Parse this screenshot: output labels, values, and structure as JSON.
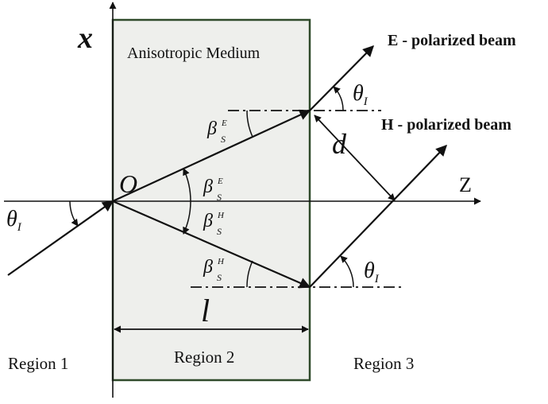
{
  "medium_label": "Anisotropic Medium",
  "axes": {
    "x": "x",
    "z": "Z",
    "origin": "O"
  },
  "beams": {
    "e_polarized": "E - polarized beam",
    "h_polarized": "H - polarized beam"
  },
  "angles": {
    "theta": "θ",
    "theta_sub": "I",
    "beta": "β",
    "beta_sub": "S",
    "sup_e": "E",
    "sup_h": "H"
  },
  "dimensions": {
    "separation": "d",
    "thickness": "l"
  },
  "regions": [
    "Region 1",
    "Region 2",
    "Region 3"
  ],
  "colors": {
    "medium_fill": "#eeefec",
    "medium_border": "#2f4a2a",
    "line": "#111111"
  }
}
